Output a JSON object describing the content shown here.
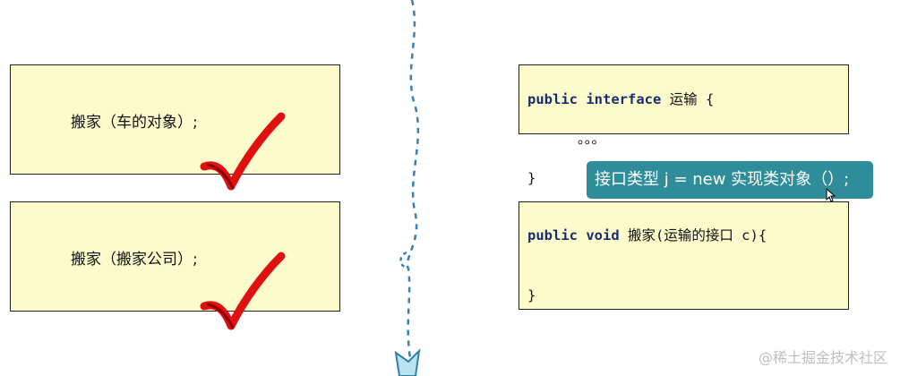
{
  "left_boxes": [
    {
      "text": "搬家（车的对象）;"
    },
    {
      "text": "搬家（搬家公司）;"
    }
  ],
  "interface_code": {
    "keyword1": "public",
    "keyword2": "interface",
    "rest": " 运输 {",
    "line2": "      。。。",
    "line3": "}"
  },
  "method_code": {
    "keyword1": "public",
    "keyword2": "void",
    "rest": " 搬家(运输的接口 c){",
    "close": "}"
  },
  "tooltip": {
    "text": "接口类型 j = new 实现类对象（）;"
  },
  "watermark": {
    "text": "@稀土掘金技术社区"
  },
  "colors": {
    "box_fill": "#fbfbcc",
    "check_red": "#e01010",
    "divider_blue": "#3a7fb3",
    "tooltip_bg": "#2f8d9a",
    "keyword": "#1a2e6e"
  },
  "icons": {
    "check": "check-mark-icon",
    "cursor": "mouse-cursor-icon"
  }
}
